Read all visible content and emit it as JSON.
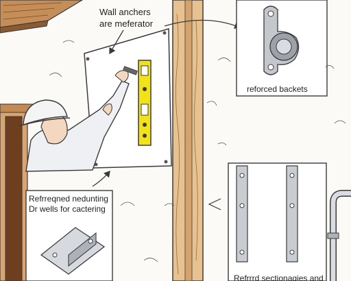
{
  "captions": {
    "wall_anchors_line1": "Wall anchers",
    "wall_anchors_line2": "are meferator",
    "reinforced_brackets": "reforced backets",
    "mounting_line1": "Refrreqned neduntiпg",
    "mounting_line2": "Dr wells for cacteriпg",
    "sections": "Refrrrd sectionaqies and"
  },
  "colors": {
    "sketch_line": "#3a3a3a",
    "wood_frame": "#e2b986",
    "wood_frame_dark": "#c9955f",
    "ceiling_wood": "#b98250",
    "level_yellow": "#f2e21a",
    "panel_white": "#ffffff",
    "hard_hat": "#f2f2f2",
    "metal_gray": "#b9bcc2"
  },
  "icons": {
    "arrow": "arrow-icon",
    "screw": "screw-icon",
    "pipe": "pipe-icon"
  }
}
